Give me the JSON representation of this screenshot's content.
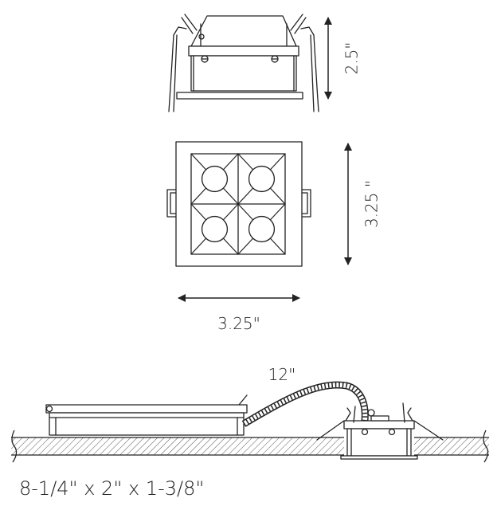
{
  "labels": {
    "height": "2.5\"",
    "trim_height": "3.25 \"",
    "trim_width": "3.25\"",
    "cable_length": "12\"",
    "driver_size": "8-1/4\" x 2\" x 1-3/8\""
  },
  "colors": {
    "line": "#222222",
    "background": "#ffffff"
  }
}
